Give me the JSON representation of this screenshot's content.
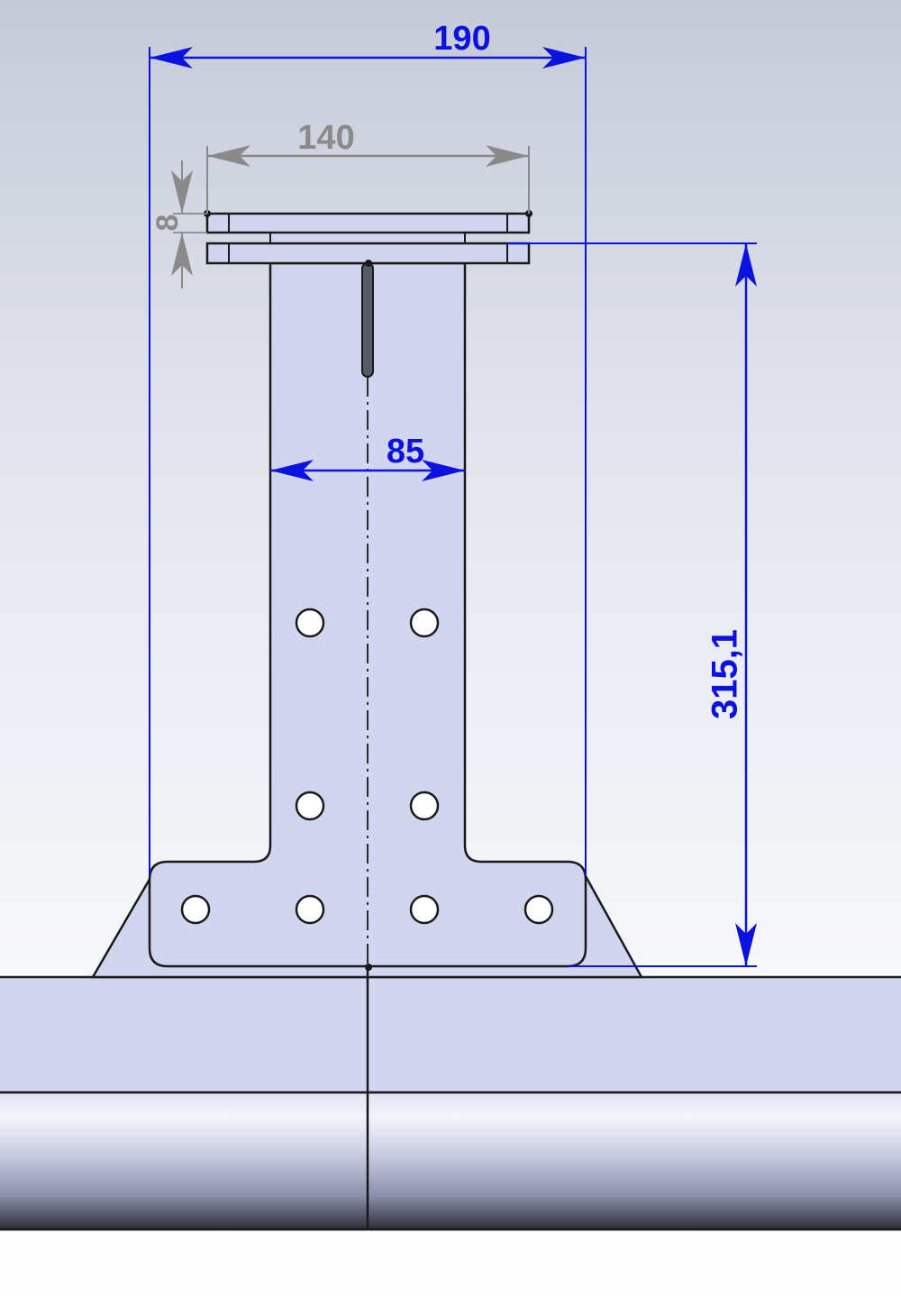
{
  "colors": {
    "part_fill": "#d1d5ee",
    "outline": "#1a1a1a",
    "dimension_active": "#0b12e0",
    "dimension_inactive": "#8a8a8a",
    "background_top": "#c9cedb",
    "background_bottom": "#ffffff"
  },
  "dimensions": {
    "overall_width": "190",
    "plate_width": "140",
    "plate_gap": "8",
    "stem_width": "85",
    "height": "315,1"
  }
}
